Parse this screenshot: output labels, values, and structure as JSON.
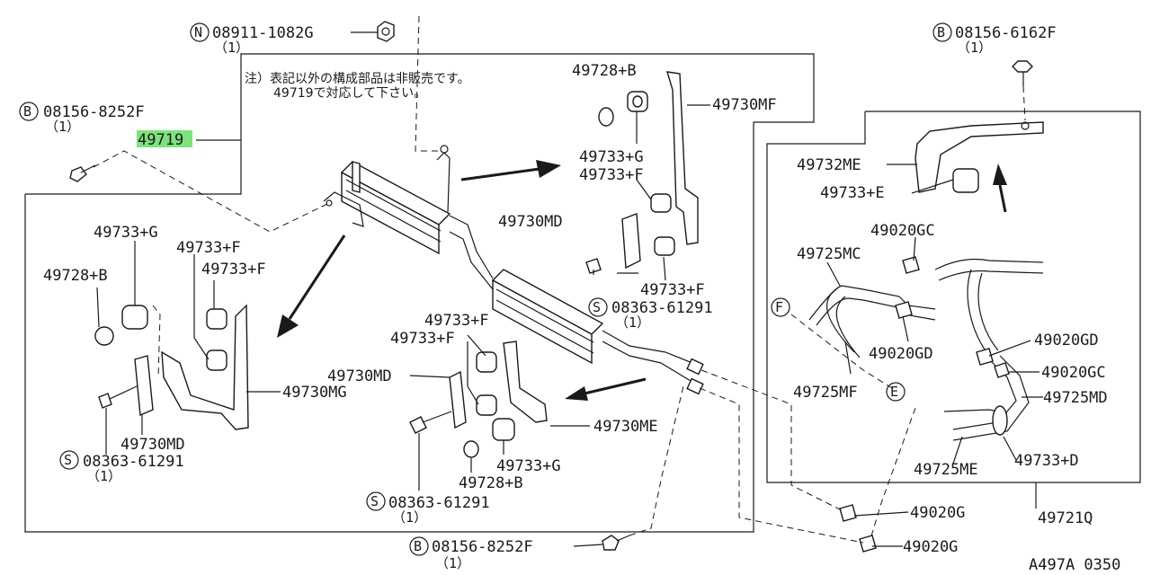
{
  "note": {
    "line1": "注）表記以外の構成部品は非販売です。",
    "line2": "49719で対応して下さい。"
  },
  "highlight_color": "#7de37d",
  "labels": {
    "p_08911_1082G": "08911-1082G",
    "q_08911_1082G": "（1）",
    "p_08156_8252F_top": "08156-8252F",
    "q_08156_8252F_top": "（1）",
    "p_49719": "49719",
    "p_08156_6162F": "08156-6162F",
    "q_08156_6162F": "（1）",
    "p_49728B_top": "49728+B",
    "p_49730MF": "49730MF",
    "p_49733G_top": "49733+G",
    "p_49733F_top": "49733+F",
    "p_49730MD_top": "49730MD",
    "p_49733F_mid": "49733+F",
    "p_08363_61291_top": "08363-61291",
    "q_08363_61291_top": "（1）",
    "p_49732ME": "49732ME",
    "p_49733E": "49733+E",
    "p_49020GC_top": "49020GC",
    "p_49725MC": "49725MC",
    "p_49020GD_mid": "49020GD",
    "p_49020GD_right": "49020GD",
    "p_49020GC_right": "49020GC",
    "p_49725MF": "49725MF",
    "p_49725MD": "49725MD",
    "p_49733D": "49733+D",
    "p_49725ME": "49725ME",
    "p_49721Q": "49721Q",
    "p_49020G_1": "49020G",
    "p_49020G_2": "49020G",
    "p_49733G_left": "49733+G",
    "p_49733F_left1": "49733+F",
    "p_49733F_left2": "49733+F",
    "p_49728B_left": "49728+B",
    "p_49730MG": "49730MG",
    "p_49730MD_left": "49730MD",
    "p_08363_61291_left": "08363-61291",
    "q_08363_61291_left": "（1）",
    "p_49733F_c1": "49733+F",
    "p_49733F_c2": "49733+F",
    "p_49730MD_c": "49730MD",
    "p_49730ME": "49730ME",
    "p_49733G_c": "49733+G",
    "p_49728B_c": "49728+B",
    "p_08363_61291_c": "08363-61291",
    "q_08363_61291_c": "（1）",
    "p_08156_8252F_bot": "08156-8252F",
    "q_08156_8252F_bot": "（1）",
    "diagram_code": "A497A 0350"
  },
  "markers": {
    "N": "N",
    "B": "B",
    "S": "S",
    "F": "F",
    "E": "E"
  }
}
